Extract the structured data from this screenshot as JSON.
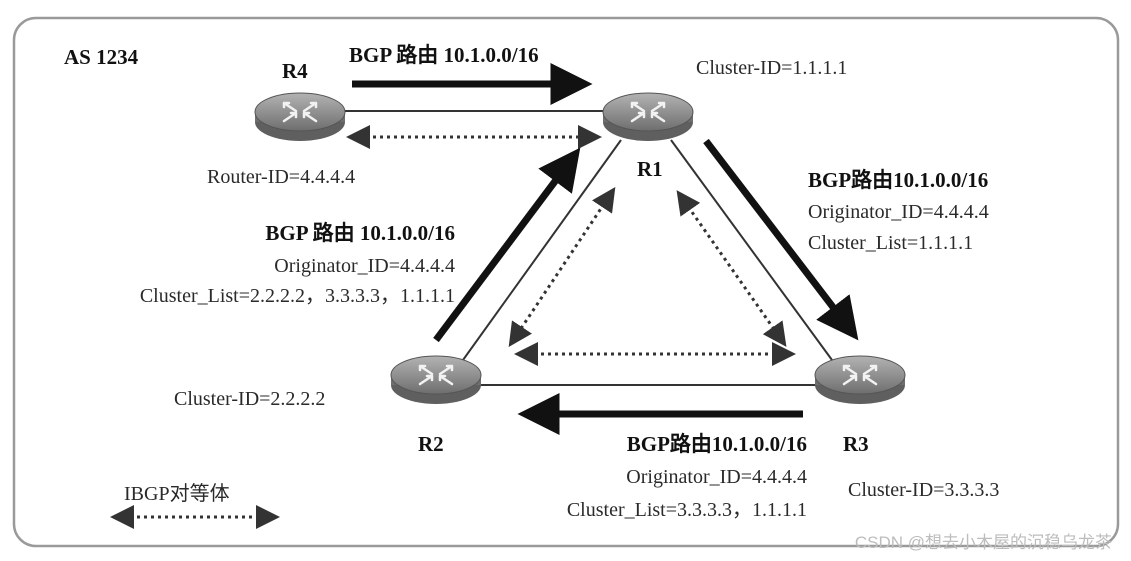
{
  "as_label": "AS 1234",
  "routers": {
    "r1": {
      "name": "R1",
      "info": "Cluster-ID=1.1.1.1"
    },
    "r2": {
      "name": "R2",
      "info": "Cluster-ID=2.2.2.2"
    },
    "r3": {
      "name": "R3",
      "info": "Cluster-ID=3.3.3.3"
    },
    "r4": {
      "name": "R4",
      "info": "Router-ID=4.4.4.4"
    }
  },
  "routes": {
    "r4_to_r1": {
      "title": "BGP 路由 10.1.0.0/16"
    },
    "r1_to_r3": {
      "title": "BGP路由10.1.0.0/16",
      "originator": "Originator_ID=4.4.4.4",
      "cluster_list": "Cluster_List=1.1.1.1"
    },
    "r2_to_r1": {
      "title": "BGP 路由 10.1.0.0/16",
      "originator": "Originator_ID=4.4.4.4",
      "cluster_list": "Cluster_List=2.2.2.2，3.3.3.3，1.1.1.1"
    },
    "r3_to_r2": {
      "title": "BGP路由10.1.0.0/16",
      "originator": "Originator_ID=4.4.4.4",
      "cluster_list": "Cluster_List=3.3.3.3，1.1.1.1"
    }
  },
  "legend": {
    "label": "IBGP对等体"
  },
  "watermark": "CSDN @想去小木屋的沉稳乌龙茶",
  "colors": {
    "router_fill": "#7d7d7d",
    "router_top": "#a6a6a6",
    "arrow": "#111111",
    "frame": "#9a9a9a"
  }
}
